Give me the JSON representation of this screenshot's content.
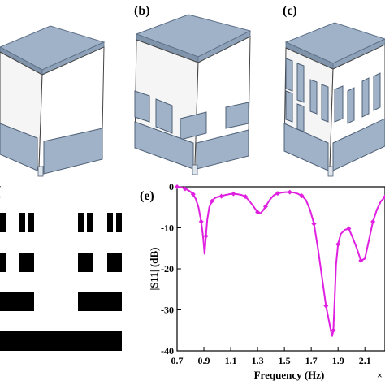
{
  "panels": {
    "b": {
      "label": "(b)"
    },
    "c": {
      "label": "(c)"
    },
    "d": {
      "label": "("
    },
    "e": {
      "label": "(e)"
    }
  },
  "chart_data": {
    "type": "line",
    "xlabel": "Frequency (Hz)",
    "ylabel": "|S11| (dB)",
    "corner_mark": "×",
    "xlim": [
      0.7,
      2.25
    ],
    "ylim": [
      -40,
      0
    ],
    "xticks": [
      "0.7",
      "0.9",
      "1.1",
      "1.3",
      "1.5",
      "1.7",
      "1.9",
      "2.1"
    ],
    "yticks": [
      "0",
      "-10",
      "-20",
      "-30",
      "-40"
    ],
    "grid": false,
    "color": "#e020e0",
    "series": [
      {
        "x": [
          0.7,
          0.72,
          0.74,
          0.76,
          0.78,
          0.8,
          0.82,
          0.84,
          0.86,
          0.88,
          0.895,
          0.905,
          0.915,
          0.925,
          0.94,
          0.96,
          0.98,
          1.0,
          1.03,
          1.06,
          1.09,
          1.12,
          1.15,
          1.18,
          1.21,
          1.24,
          1.27,
          1.3,
          1.32,
          1.34,
          1.36,
          1.39,
          1.42,
          1.45,
          1.48,
          1.51,
          1.54,
          1.57,
          1.6,
          1.63,
          1.66,
          1.69,
          1.72,
          1.75,
          1.78,
          1.81,
          1.84,
          1.855,
          1.865,
          1.875,
          1.885,
          1.9,
          1.92,
          1.95,
          1.98,
          2.01,
          2.04,
          2.07,
          2.1,
          2.13,
          2.16,
          2.19,
          2.22,
          2.25
        ],
        "y": [
          0.0,
          -0.1,
          -0.2,
          -0.5,
          -0.8,
          -1.2,
          -1.8,
          -3.0,
          -5.0,
          -8.5,
          -12.5,
          -16.5,
          -12.0,
          -8.0,
          -5.0,
          -3.5,
          -2.8,
          -2.5,
          -2.3,
          -2.0,
          -1.8,
          -1.7,
          -1.8,
          -2.0,
          -2.4,
          -3.5,
          -4.8,
          -6.2,
          -6.5,
          -5.8,
          -4.8,
          -3.2,
          -2.1,
          -1.6,
          -1.4,
          -1.3,
          -1.3,
          -1.4,
          -1.7,
          -2.2,
          -3.2,
          -5.5,
          -9.0,
          -15.0,
          -22.0,
          -29.0,
          -34.0,
          -36.5,
          -35.0,
          -27.0,
          -19.0,
          -14.0,
          -11.5,
          -10.5,
          -10.2,
          -12.5,
          -15.0,
          -18.0,
          -17.5,
          -13.0,
          -8.5,
          -5.5,
          -3.5,
          -2.5
        ]
      }
    ]
  }
}
